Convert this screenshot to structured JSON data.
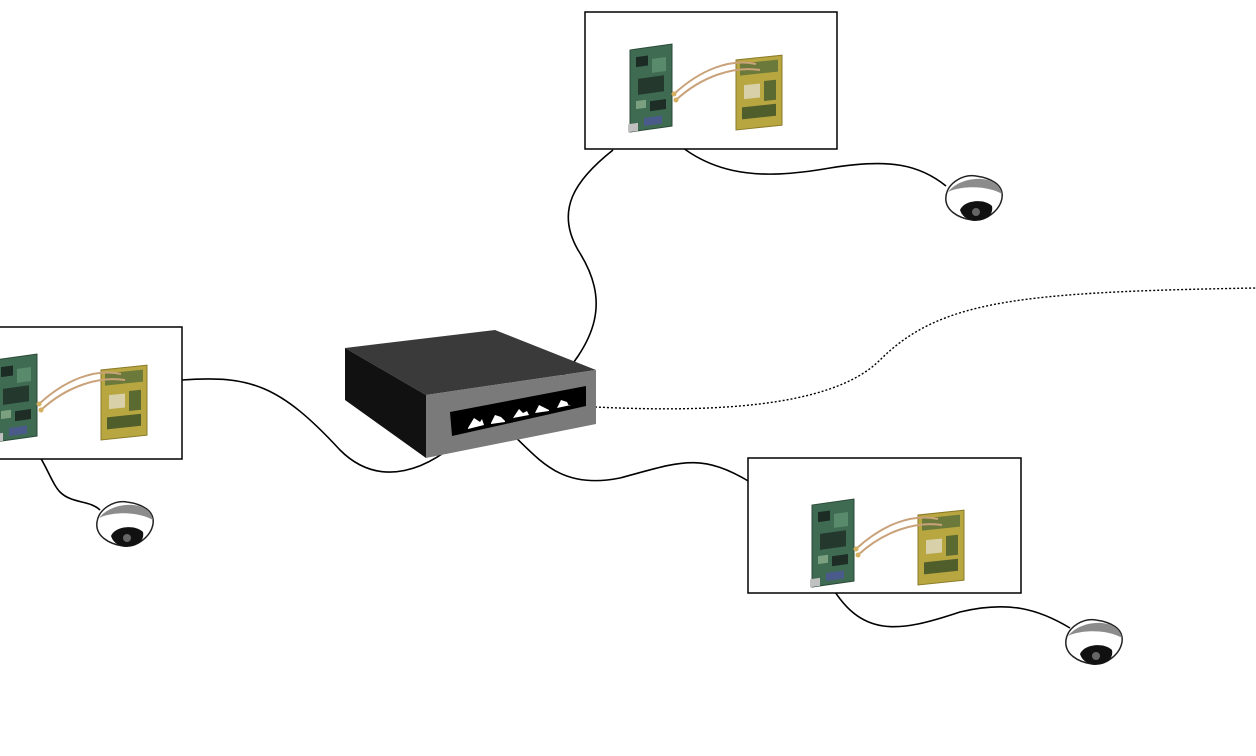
{
  "diagram": {
    "nodes": [
      {
        "id": "switch",
        "kind": "network-switch",
        "ports": 5
      },
      {
        "id": "encoder-top",
        "kind": "video-encoder-card-pair"
      },
      {
        "id": "encoder-left",
        "kind": "video-encoder-card-pair"
      },
      {
        "id": "encoder-bottom",
        "kind": "video-encoder-card-pair"
      },
      {
        "id": "camera-top",
        "kind": "dome-camera"
      },
      {
        "id": "camera-left",
        "kind": "dome-camera"
      },
      {
        "id": "camera-bottom",
        "kind": "dome-camera"
      }
    ],
    "links": [
      {
        "from": "switch",
        "to": "encoder-top",
        "style": "solid"
      },
      {
        "from": "switch",
        "to": "encoder-left",
        "style": "solid"
      },
      {
        "from": "switch",
        "to": "encoder-bottom",
        "style": "solid"
      },
      {
        "from": "encoder-top",
        "to": "camera-top",
        "style": "solid"
      },
      {
        "from": "encoder-left",
        "to": "camera-left",
        "style": "solid"
      },
      {
        "from": "encoder-bottom",
        "to": "camera-bottom",
        "style": "solid"
      },
      {
        "from": "switch",
        "to": "offscreen-right",
        "style": "dotted"
      }
    ],
    "colors": {
      "switch_top": "#3a3a3a",
      "switch_side": "#111111",
      "switch_front": "#7a7a7a",
      "port_panel": "#000000",
      "pcb_green": "#3f6b52",
      "pcb_gold": "#b8a640",
      "camera_shell": "#d9d9d9",
      "camera_lens": "#111111",
      "cable": "#000000"
    }
  }
}
